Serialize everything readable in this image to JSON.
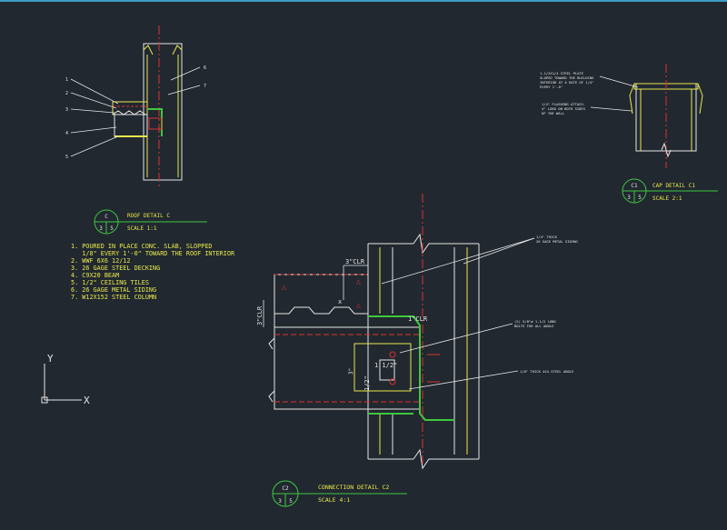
{
  "colors": {
    "background": "#212830",
    "yellow": "#e8e84a",
    "white": "#e6e6e6",
    "red": "#e03030",
    "green": "#3ec83e",
    "cyan": "#3d9cc4"
  },
  "roof_detail": {
    "callouts": [
      "1",
      "2",
      "3",
      "4",
      "5",
      "6",
      "7"
    ],
    "bubble_top": "C",
    "bubble_left": "3",
    "bubble_right": "5",
    "title": "ROOF DETAIL C",
    "scale": "SCALE 1:1"
  },
  "notes": [
    "1. POURED IN PLACE CONC. SLAB, SLOPPED",
    "   1/8\" EVERY 1'-0\" TOWARD THE ROOF INTERIOR",
    "2. WWF 6X6 12/12",
    "3. 26 GAGE STEEL DECKING",
    "4. C9X20 BEAM",
    "5. 1/2\" CEILING TILES",
    "6. 26 GAGE METAL SIDING",
    "7. W12X152 STEEL COLUMN"
  ],
  "cap_detail": {
    "note1": [
      "1-1/2X1/4 STEEL PLATE",
      "SLOPED TOWARD THE BUILDING",
      "INTERIOR AT A RATE OF 1/4\"",
      "EVERY 1'-0\""
    ],
    "note2": [
      "1/4\" FLASHING ATTACH.",
      "4\" LONG ON BOTH SIDES",
      "OF THE WALL"
    ],
    "bubble_top": "C1",
    "bubble_left": "3",
    "bubble_right": "5",
    "title": "CAP DETAIL C1",
    "scale": "SCALE 2:1"
  },
  "connection_detail": {
    "dim_clr_top": "3\"CLR",
    "dim_clr_mid": "1\"CLR",
    "dim_left": "3\"CLR",
    "dim_half": "1 1/2\"",
    "dim_3": "3\"",
    "dim_half_v": "1/2\"",
    "note_siding": [
      "1/4\" THICK",
      "26 GAGE METAL SIDING"
    ],
    "note_bolts": [
      "(2) 5/8\"ø 1-1/2 LONG",
      "BOLTS FOR ALL ANGLE"
    ],
    "note_angle": "1/8\" THICK 4X4 STEEL ANGLE",
    "bubble_top": "C2",
    "bubble_left": "3",
    "bubble_right": "5",
    "title": "CONNECTION DETAIL C2",
    "scale": "SCALE 4:1"
  },
  "ucs": {
    "y_label": "Y",
    "x_label": "X"
  }
}
